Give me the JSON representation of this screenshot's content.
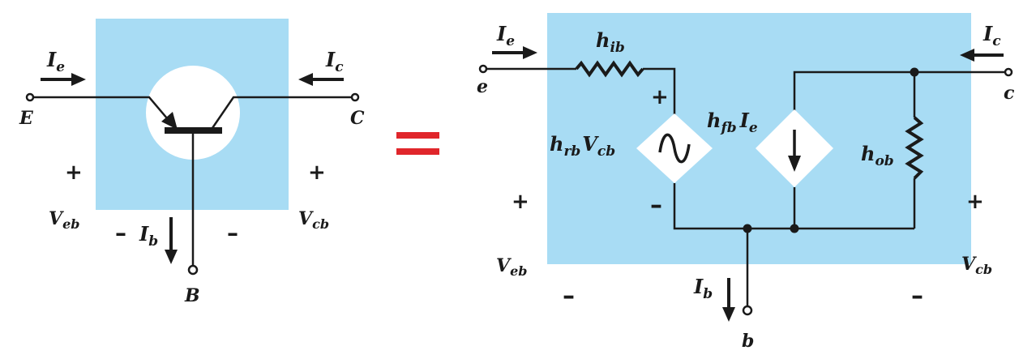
{
  "colors": {
    "panel": "#a8dcf4",
    "ink": "#1a1a1a",
    "equals": "#e0262b",
    "white": "#ffffff"
  },
  "left": {
    "Ie": {
      "main": "I",
      "sub": "e"
    },
    "Ic": {
      "main": "I",
      "sub": "c"
    },
    "Ib": {
      "main": "I",
      "sub": "b"
    },
    "E": "E",
    "C": "C",
    "B": "B",
    "Veb": {
      "main": "V",
      "sub": "eb"
    },
    "Vcb": {
      "main": "V",
      "sub": "cb"
    },
    "plus": "+",
    "minus": "–"
  },
  "right": {
    "Ie": {
      "main": "I",
      "sub": "e"
    },
    "Ic": {
      "main": "I",
      "sub": "c"
    },
    "Ib": {
      "main": "I",
      "sub": "b"
    },
    "e": "e",
    "c": "c",
    "b": "b",
    "hib": {
      "main": "h",
      "sub": "ib"
    },
    "hrbVcb": {
      "main": "h",
      "sub": "rb",
      "main2": "V",
      "sub2": "cb"
    },
    "hfbIe": {
      "main": "h",
      "sub": "fb",
      "main2": "I",
      "sub2": "e"
    },
    "hob": {
      "main": "h",
      "sub": "ob"
    },
    "Veb": {
      "main": "V",
      "sub": "eb"
    },
    "Vcb": {
      "main": "V",
      "sub": "cb"
    },
    "plus": "+",
    "minus": "–"
  }
}
